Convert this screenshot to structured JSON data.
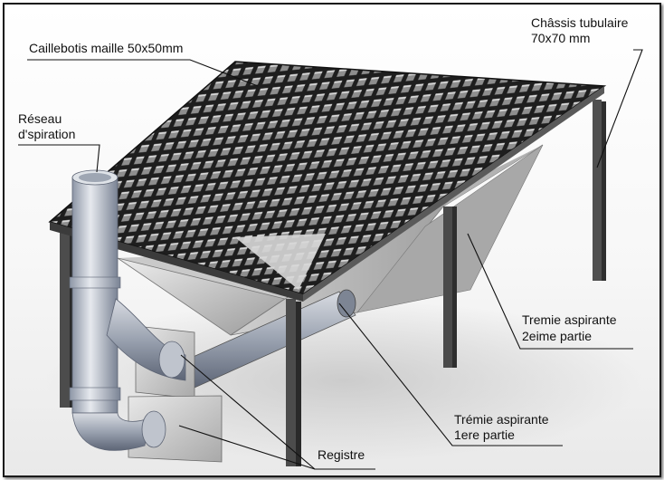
{
  "labels": {
    "grating": "Caillebotis maille 50x50mm",
    "frame_line1": "Châssis tubulaire",
    "frame_line2": "70x70 mm",
    "network_line1": "Réseau",
    "network_line2": "d'spiration",
    "hopper2_line1": "Tremie aspirante",
    "hopper2_line2": "2eime partie",
    "hopper1_line1": "Trémie aspirante",
    "hopper1_line2": "1ere partie",
    "damper": "Registre"
  }
}
